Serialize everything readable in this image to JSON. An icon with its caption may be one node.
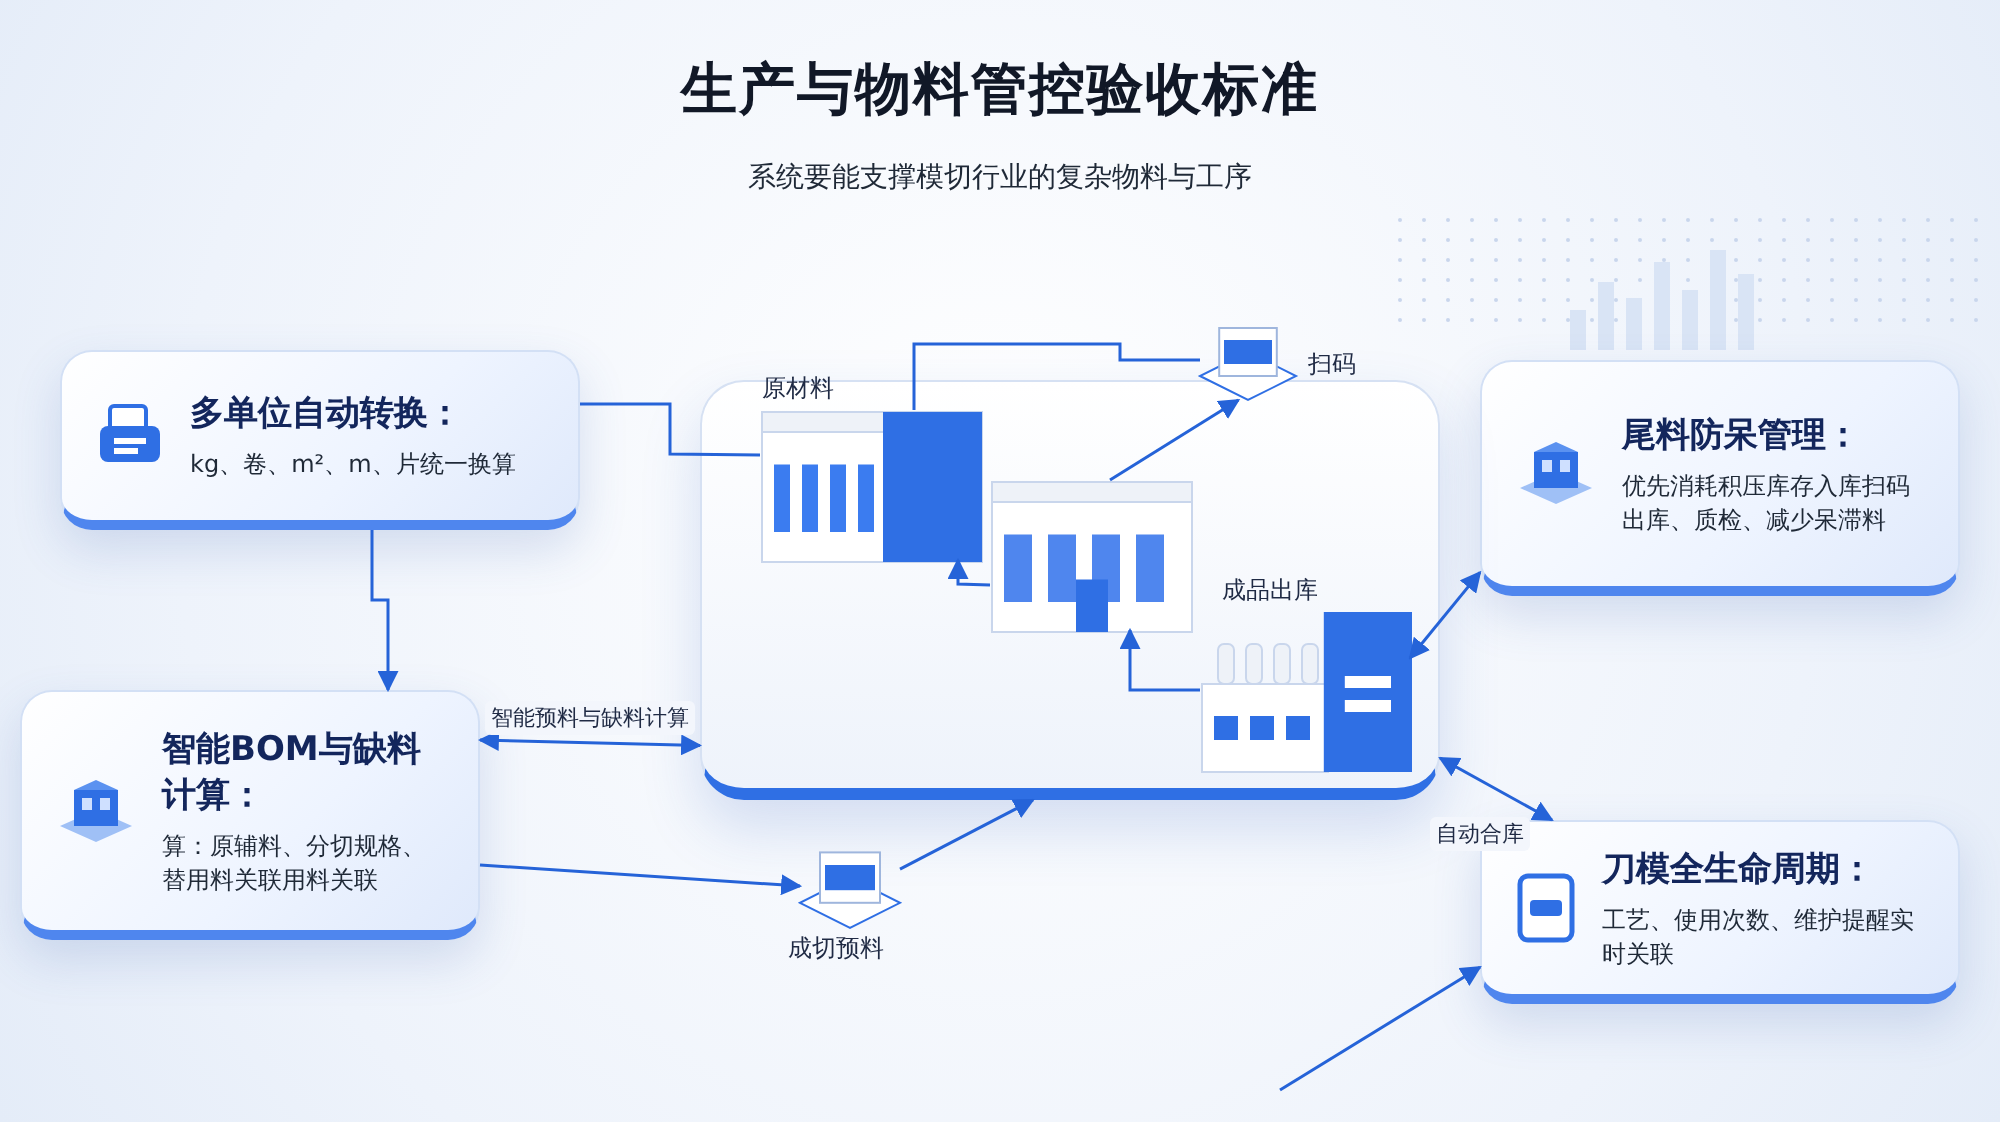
{
  "diagram": {
    "title": "生产与物料管控验收标准",
    "caption": "系统要能支撑模切行业的复杂物料与工序",
    "nodes": [
      {
        "text": [
          "多单位自动转换：",
          "kg、卷、m²、m、片统一换算"
        ]
      },
      {
        "text": [
          "智能BOM与缺料计算：",
          "算：原辅料、分切规格、替用料关联用料关联"
        ]
      },
      {
        "text": [
          "尾料防呆管理：",
          "优先消耗积压库存入库扫码出库、质检、减少呆滞料"
        ]
      },
      {
        "text": [
          "刀模全生命周期：",
          "工艺、使用次数、维护提醒实时关联"
        ]
      },
      {
        "text": [],
        "shape": "box"
      },
      {
        "text": [],
        "shape": "picture",
        "in": 4,
        "beside": [
          "原材料"
        ]
      },
      {
        "text": [],
        "shape": "picture",
        "in": 4
      },
      {
        "text": [],
        "shape": "picture",
        "in": 4,
        "beside": [
          "成品出库"
        ]
      },
      {
        "text": [],
        "shape": "picture",
        "beside": [
          "扫码"
        ]
      },
      {
        "text": [],
        "shape": "picture",
        "beside": [
          "成切预料"
        ]
      }
    ],
    "edges": [
      {
        "from": 0,
        "to": 5,
        "arrow": "none"
      },
      {
        "from": 5,
        "to": 8,
        "arrow": "none"
      },
      {
        "from": 6,
        "to": 8,
        "arrow": "to"
      },
      {
        "from": 0,
        "to": 1,
        "arrow": "to"
      },
      {
        "from": 1,
        "to": 4,
        "arrow": "both",
        "label": "智能预料与缺料计算"
      },
      {
        "from": 1,
        "to": 9,
        "arrow": "to"
      },
      {
        "from": 9,
        "to": 4,
        "arrow": "to"
      },
      {
        "from": 7,
        "to": 6,
        "arrow": "to"
      },
      {
        "from": 6,
        "to": 5,
        "arrow": "to"
      },
      {
        "from": 7,
        "to": 2,
        "arrow": "both"
      },
      {
        "from": 4,
        "to": 3,
        "arrow": "both",
        "label": "自动合库"
      },
      {
        "from": null,
        "to": 3,
        "arrow": "to"
      }
    ]
  }
}
